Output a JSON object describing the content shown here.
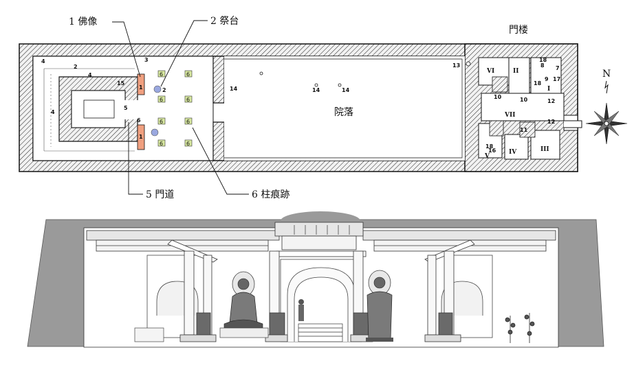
{
  "plan": {
    "callouts": {
      "buddha": "1 佛像",
      "altar": "2 祭台",
      "gate": "5 門道",
      "pillar": "6 柱痕跡"
    },
    "gate_tower": "門楼",
    "courtyard": "院落",
    "north": "N",
    "room_labels": [
      "VI",
      "II",
      "I",
      "VII",
      "V",
      "IV",
      "III"
    ],
    "marker_numbers": [
      "1",
      "1",
      "2",
      "2",
      "3",
      "4",
      "4",
      "4",
      "5",
      "6",
      "7",
      "8",
      "9",
      "10",
      "10",
      "11",
      "12",
      "12",
      "13",
      "14",
      "14",
      "14",
      "15",
      "16",
      "17",
      "18",
      "18",
      "18"
    ]
  },
  "colors": {
    "wall_fill": "#e8e8e8",
    "buddha_highlight": "#f0a080",
    "altar_highlight": "#9aa8e0",
    "pillar_highlight": "#d8e8a0",
    "section_gray": "#9a9a9a"
  }
}
